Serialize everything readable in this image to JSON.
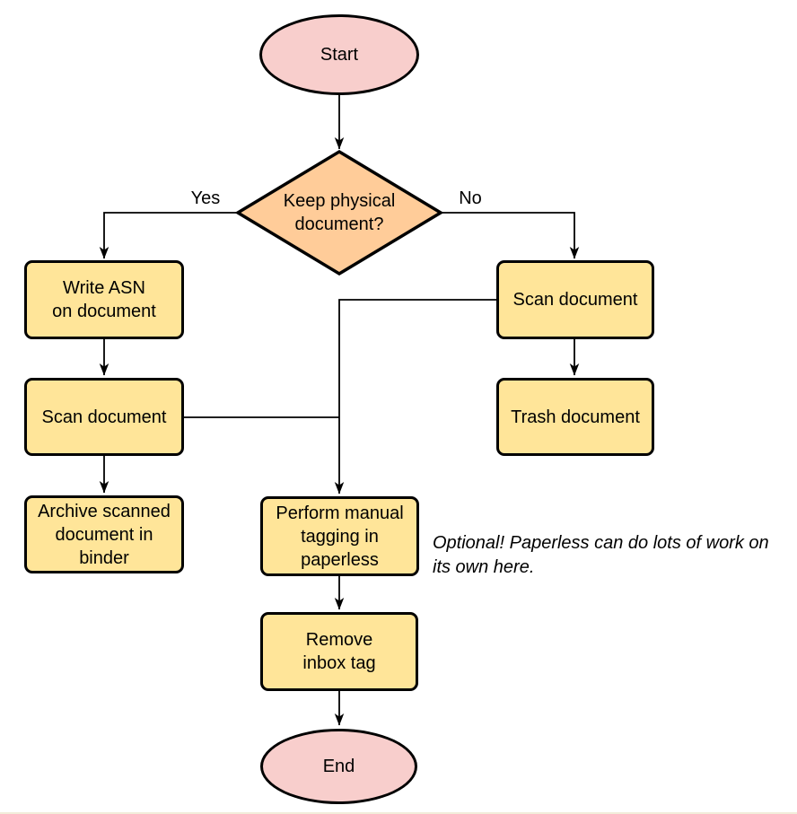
{
  "diagram": {
    "type": "flowchart",
    "nodes": {
      "start": {
        "label": "Start"
      },
      "decision": {
        "label": "Keep physical\ndocument?"
      },
      "write_asn": {
        "label": "Write ASN\non document"
      },
      "scan_left": {
        "label": "Scan document"
      },
      "archive": {
        "label": "Archive scanned\ndocument in\nbinder"
      },
      "scan_right": {
        "label": "Scan document"
      },
      "trash": {
        "label": "Trash document"
      },
      "tagging": {
        "label": "Perform manual\ntagging in\npaperless"
      },
      "remove_inbox": {
        "label": "Remove\ninbox tag"
      },
      "end": {
        "label": "End"
      }
    },
    "edge_labels": {
      "yes": "Yes",
      "no": "No"
    },
    "annotation": "Optional! Paperless can do lots of work on\nits own here.",
    "colors": {
      "terminal_fill": "#F8CECC",
      "decision_fill": "#FFCC99",
      "process_fill": "#FFE599",
      "stroke": "#000000",
      "text": "#000000",
      "background": "#FFFFFF",
      "bottom_edge": "#F2ECDA"
    }
  }
}
